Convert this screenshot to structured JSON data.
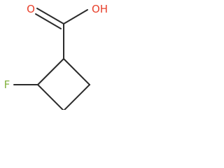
{
  "molecule": {
    "atoms": {
      "oxygen_carbonyl": {
        "symbol": "O",
        "color": "#e8412c"
      },
      "hydroxyl": {
        "symbol": "OH",
        "color": "#e8412c"
      },
      "fluorine": {
        "symbol": "F",
        "color": "#84b341"
      }
    },
    "bond_color": "#2b2b2b"
  }
}
